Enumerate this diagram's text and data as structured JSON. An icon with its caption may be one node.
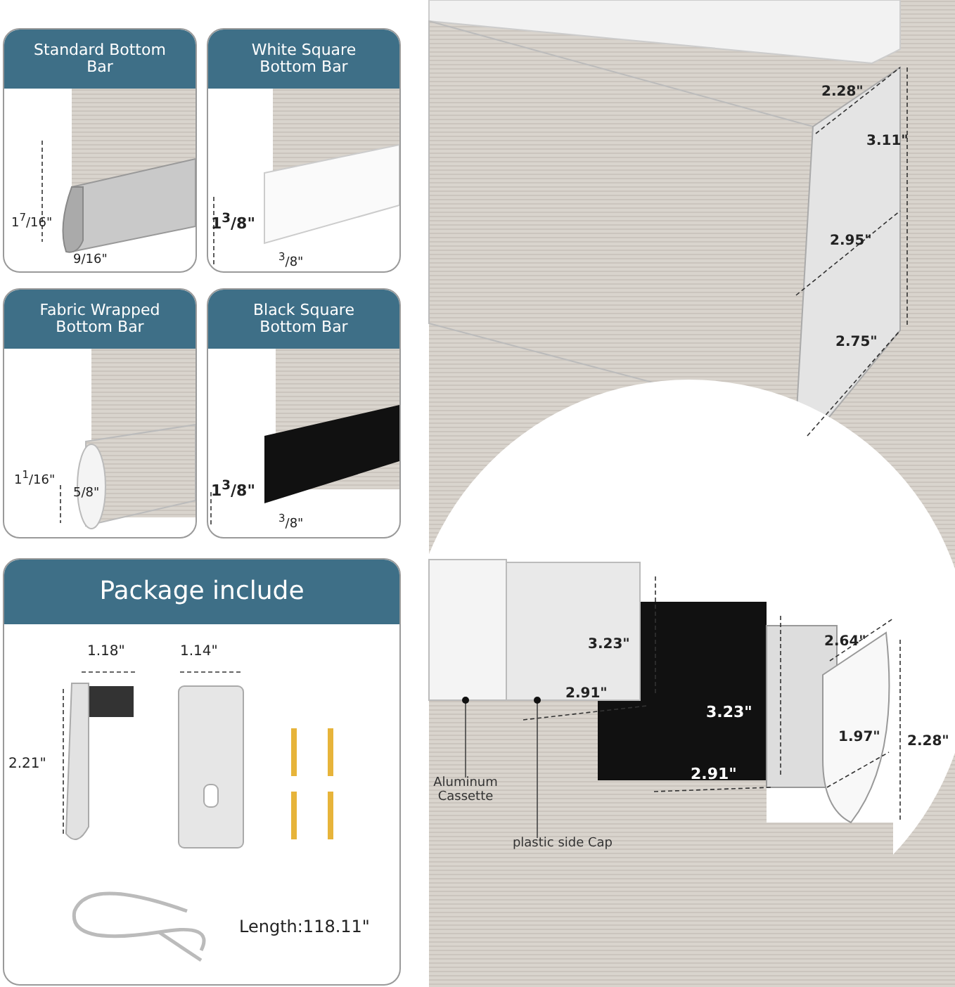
{
  "diagram": {
    "nodes": [
      {
        "text": [
          "Standard Bottom Bar"
        ]
      },
      {
        "text": [
          "White Square Bottom Bar"
        ]
      },
      {
        "text": [
          "Fabric Wrapped Bottom Bar"
        ]
      },
      {
        "text": [
          "Black Square Bottom Bar"
        ]
      },
      {
        "text": [
          "Package include"
        ]
      },
      {
        "text": [
          "Aluminum Cassette"
        ]
      },
      {
        "text": [],
        "shape": "picture"
      },
      {
        "text": [
          "plastic side Cap"
        ]
      },
      {
        "text": [],
        "shape": "picture"
      }
    ],
    "edges": [
      {
        "from": 5,
        "to": 6,
        "arrow": "other"
      },
      {
        "from": 7,
        "to": 8,
        "arrow": "other"
      }
    ],
    "labels": [
      "1$^{7}$/16\"",
      "9/16\"",
      "1$^{3}$/8\"",
      "$^{3}$/8\"",
      "1$^{1}$/16\"",
      "5/8\"",
      "1$^{3}$/8\"",
      "$^{3}$/8\"",
      "1.18\"",
      "1.14\"",
      "2.21\"",
      "Length:118.11\"",
      "2.28\"",
      "3.11\"",
      "2.95\"",
      "2.75\"",
      "3.23\"",
      "2.91\"",
      "3.23\"",
      "2.91\"",
      "2.64\"",
      "1.97\"",
      "2.28\""
    ]
  }
}
